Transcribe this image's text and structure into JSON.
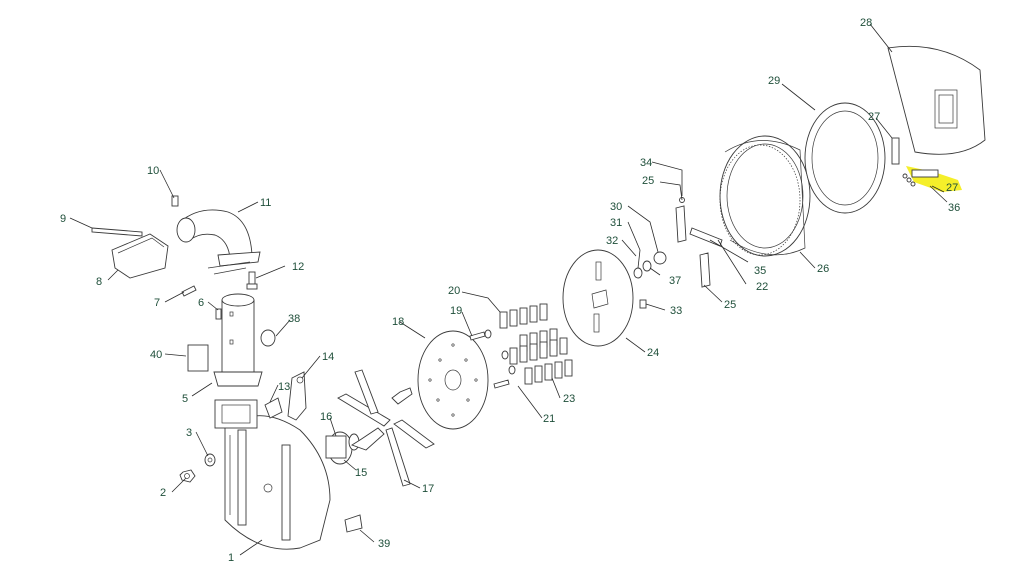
{
  "diagram": {
    "highlight": {
      "color": "#f5ef2a",
      "part": "27"
    },
    "callouts": {
      "c1": "1",
      "c2": "2",
      "c3": "3",
      "c5": "5",
      "c6": "6",
      "c7": "7",
      "c8": "8",
      "c9": "9",
      "c10": "10",
      "c11": "11",
      "c12": "12",
      "c13": "13",
      "c14": "14",
      "c15": "15",
      "c16": "16",
      "c17": "17",
      "c18": "18",
      "c19": "19",
      "c20": "20",
      "c21": "21",
      "c22": "22",
      "c23": "23",
      "c24": "24",
      "c25a": "25",
      "c25b": "25",
      "c26": "26",
      "c27a": "27",
      "c27b": "27",
      "c28": "28",
      "c29": "29",
      "c30": "30",
      "c31": "31",
      "c32": "32",
      "c33": "33",
      "c34": "34",
      "c35": "35",
      "c36": "36",
      "c37": "37",
      "c38": "38",
      "c39": "39",
      "c40": "40"
    },
    "colors": {
      "callout_text": "#1f4f3a",
      "line": "#3a3a3a"
    }
  }
}
